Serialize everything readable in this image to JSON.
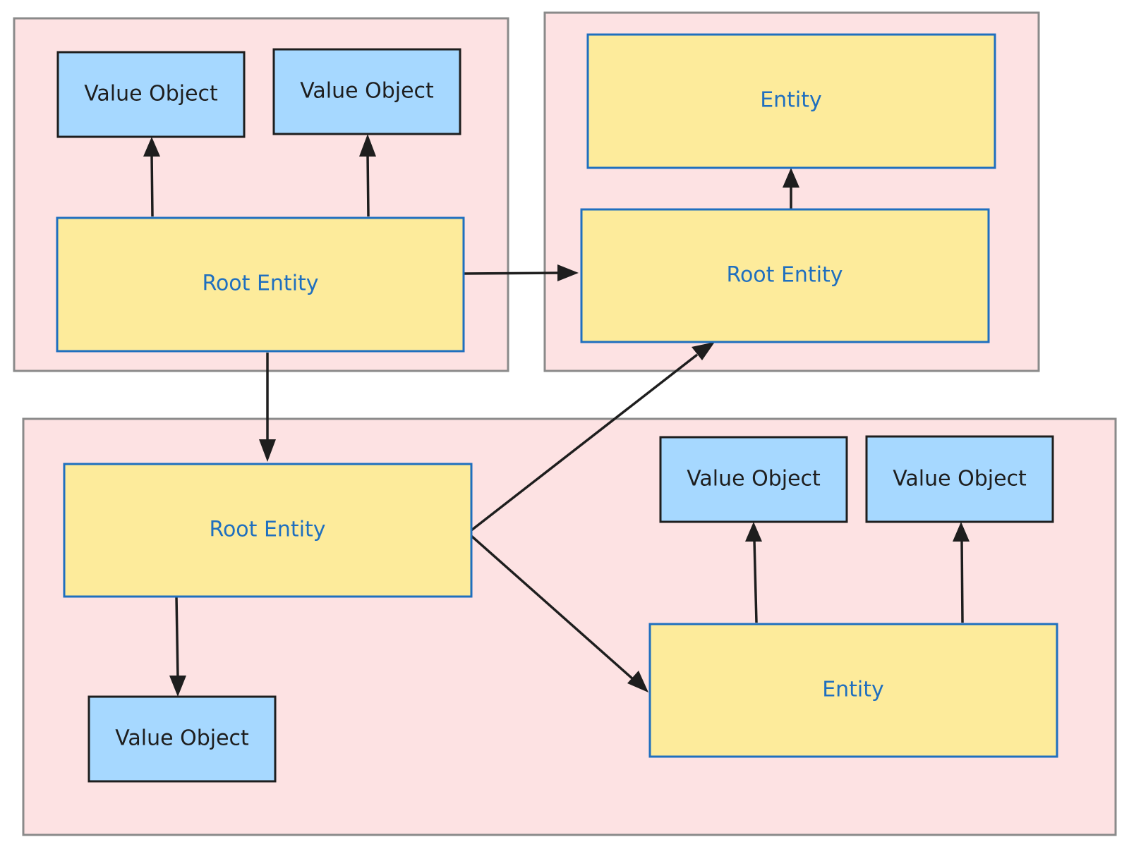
{
  "colors": {
    "group_fill": "#fde2e3",
    "group_stroke": "#8a8a8a",
    "value_object_fill": "#a6d8ff",
    "value_object_stroke": "#1e1e1e",
    "entity_fill": "#fdeb9b",
    "entity_stroke": "#1f6fbf",
    "entity_text": "#1f6fbf",
    "arrow": "#1e1e1e"
  },
  "groups": [
    {
      "id": "aggregate-1"
    },
    {
      "id": "aggregate-2"
    },
    {
      "id": "aggregate-3"
    }
  ],
  "nodes": [
    {
      "id": "a1-vo1",
      "kind": "value-object",
      "label": "Value Object"
    },
    {
      "id": "a1-vo2",
      "kind": "value-object",
      "label": "Value Object"
    },
    {
      "id": "a1-root",
      "kind": "entity",
      "label": "Root Entity"
    },
    {
      "id": "a2-entity",
      "kind": "entity",
      "label": "Entity"
    },
    {
      "id": "a2-root",
      "kind": "entity",
      "label": "Root Entity"
    },
    {
      "id": "a3-root",
      "kind": "entity",
      "label": "Root Entity"
    },
    {
      "id": "a3-vo1",
      "kind": "value-object",
      "label": "Value Object"
    },
    {
      "id": "a3-vo2",
      "kind": "value-object",
      "label": "Value Object"
    },
    {
      "id": "a3-vo3",
      "kind": "value-object",
      "label": "Value Object"
    },
    {
      "id": "a3-entity",
      "kind": "entity",
      "label": "Entity"
    }
  ],
  "edges": [
    {
      "from": "a1-root",
      "to": "a1-vo1"
    },
    {
      "from": "a1-root",
      "to": "a1-vo2"
    },
    {
      "from": "a1-root",
      "to": "a2-root"
    },
    {
      "from": "a1-root",
      "to": "a3-root"
    },
    {
      "from": "a2-root",
      "to": "a2-entity"
    },
    {
      "from": "a3-root",
      "to": "a2-root"
    },
    {
      "from": "a3-root",
      "to": "a3-entity"
    },
    {
      "from": "a3-root",
      "to": "a3-vo3"
    },
    {
      "from": "a3-entity",
      "to": "a3-vo1"
    },
    {
      "from": "a3-entity",
      "to": "a3-vo2"
    }
  ]
}
